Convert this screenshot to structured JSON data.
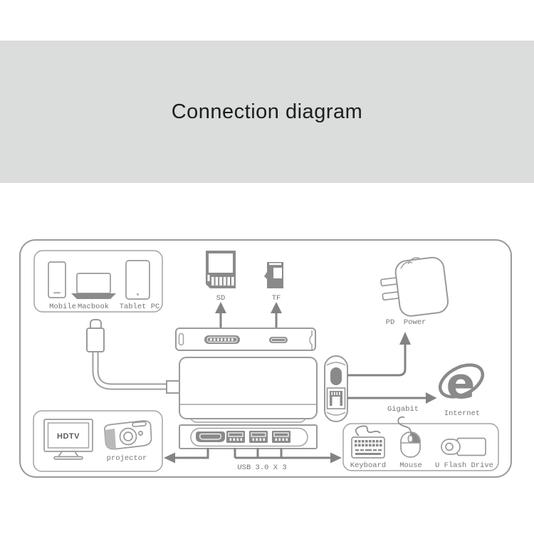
{
  "banner": {
    "title": "Connection diagram"
  },
  "colors": {
    "page_bg": "#ffffff",
    "banner_bg": "#dbdcdc",
    "title_text": "#1d1d1d",
    "outline_gray": "#9a9a9a",
    "dark_fill_gray": "#8a8a8a",
    "arrow_gray": "#838383",
    "label_text_gray": "#757575"
  },
  "diagram": {
    "devices_box": {
      "mobile_label": "Mobile",
      "macbook_label": "Macbook",
      "tablet_label": "Tablet PC"
    },
    "cards": {
      "sd_label": "SD",
      "tf_label": "TF"
    },
    "power": {
      "label": "PD  Power"
    },
    "network": {
      "gigabit_label": "Gigabit",
      "internet_label": "Internet",
      "internet_icon_glyph": "e"
    },
    "display_box": {
      "hdtv_label": "HDTV",
      "projector_label": "projector"
    },
    "usb_ports": {
      "label": "USB 3.0 X 3"
    },
    "peripherals_box": {
      "keyboard_label": "Keyboard",
      "mouse_label": "Mouse",
      "flash_label": "U Flash Drive"
    }
  }
}
